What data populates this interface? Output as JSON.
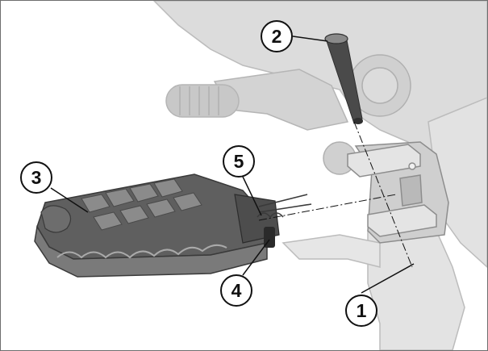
{
  "callouts": [
    {
      "id": "c1",
      "label": "1"
    },
    {
      "id": "c2",
      "label": "2"
    },
    {
      "id": "c3",
      "label": "3"
    },
    {
      "id": "c4",
      "label": "4"
    },
    {
      "id": "c5",
      "label": "5"
    }
  ],
  "colors": {
    "ghost_fill": "#d9d9d9",
    "ghost_stroke": "#b9b9b9",
    "part_dark": "#555555",
    "part_mid": "#707070",
    "pin_dark": "#3f3f3f",
    "callout_stroke": "#111111"
  }
}
